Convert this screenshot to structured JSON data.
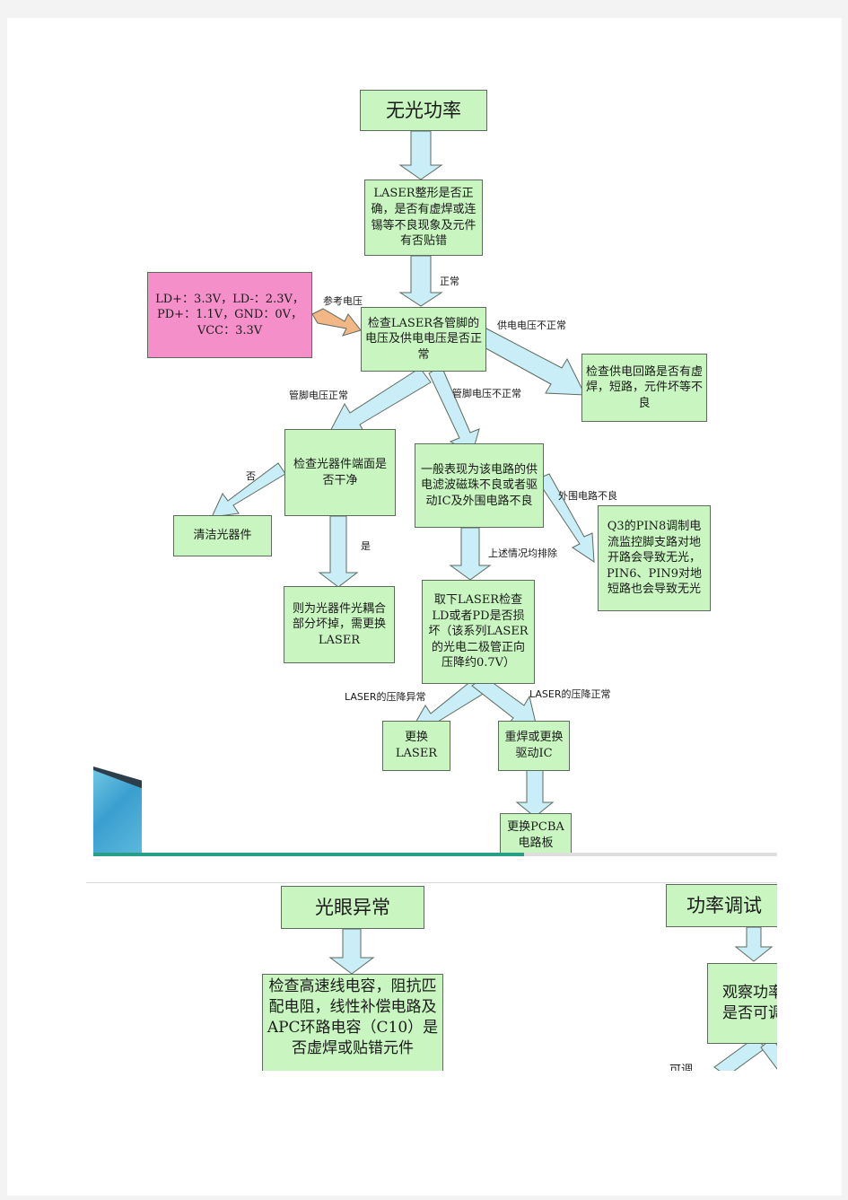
{
  "flow1": {
    "start": "无光功率",
    "check_laser_shape": "LASER整形是否正确，是否有虚焊或连锡等不良现象及元件有否贴错",
    "reference_voltage": "LD+：3.3V，LD-：2.3V，PD+：1.1V，GND：0V，VCC：3.3V",
    "check_pins": "检查LASER各管脚的电压及供电电压是否正常",
    "check_supply_loop": "检查供电回路是否有虚焊，短路，元件坏等不良",
    "check_optical_face": "检查光器件端面是否干净",
    "general_fault": "一般表现为该电路的供电滤波磁珠不良或者驱动IC及外围电路不良",
    "clean_optics": "清洁光器件",
    "q3_pin8": "Q3的PIN8调制电流监控脚支路对地开路会导致无光，PIN6、PIN9对地短路也会导致无光",
    "replace_laser_coupling": "则为光器件光耦合部分坏掉，需更换LASER",
    "remove_laser_check": "取下LASER检查LD或者PD是否损坏（该系列LASER的光电二极管正向压降约0.7V）",
    "replace_laser": "更换LASER",
    "resolder_ic": "重焊或更换驱动IC",
    "replace_pcba": "更换PCBA电路板",
    "labels": {
      "normal": "正常",
      "ref_voltage": "参考电压",
      "supply_abnormal": "供电电压不正常",
      "pin_normal": "管脚电压正常",
      "pin_abnormal": "管脚电压不正常",
      "no": "否",
      "yes": "是",
      "periph_bad": "外围电路不良",
      "excluded": "上述情况均排除",
      "drop_abnormal": "LASER的压降异常",
      "drop_normal": "LASER的压降正常"
    }
  },
  "flow2": {
    "start": "光眼异常",
    "check_caps": "检查高速线电容，阻抗匹配电阻，线性补偿电路及APC环路电容（C10）是否虚焊或贴错元件"
  },
  "flow3": {
    "start": "功率调试",
    "observe": "观察功率是否可调",
    "label_adjustable": "可调"
  },
  "colors": {
    "node_fill": "#c8f5c0",
    "reference_fill": "#f58fc9",
    "arrow_fill": "#c9eef7",
    "reference_arrow": "#f2b784",
    "rule_teal": "#2a9d86"
  }
}
